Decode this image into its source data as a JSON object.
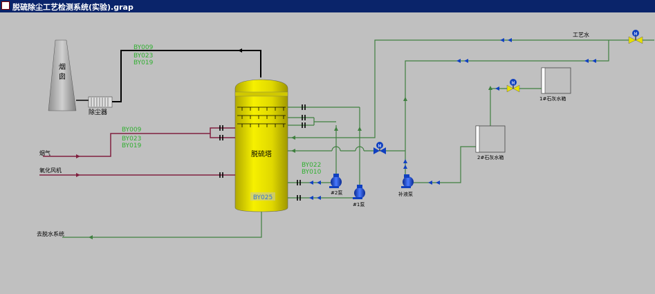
{
  "window": {
    "title": "脱硫除尘工艺检测系统(实验).grap"
  },
  "labels": {
    "chimney": "烟\n囱",
    "dust_collector": "除尘器",
    "flue_gas": "烟气",
    "oxidation_fan": "氧化风机",
    "to_dewatering": "去脱水系统",
    "tower": "脱硫塔",
    "process_water": "工艺水",
    "lime_tank_1": "1#石灰水箱",
    "lime_tank_2": "2#石灰水箱",
    "pump_2": "#2泵",
    "pump_1": "#1泵",
    "makeup_pump": "补液泵",
    "motor": "M"
  },
  "tags": {
    "top": [
      "BY009",
      "BY023",
      "BY019"
    ],
    "inlet": [
      "BY009",
      "BY023",
      "BY019"
    ],
    "pump": [
      "BY022",
      "BY010"
    ],
    "bottom": "BY025"
  },
  "colors": {
    "background": "#c0c0c0",
    "titlebar": "#0a246a",
    "pipe_green": "#3f7f3f",
    "pipe_red": "#801f3f",
    "tag_green": "#2faf2f",
    "tower_yellow": "#e8e000",
    "pump_blue": "#1040c0"
  }
}
